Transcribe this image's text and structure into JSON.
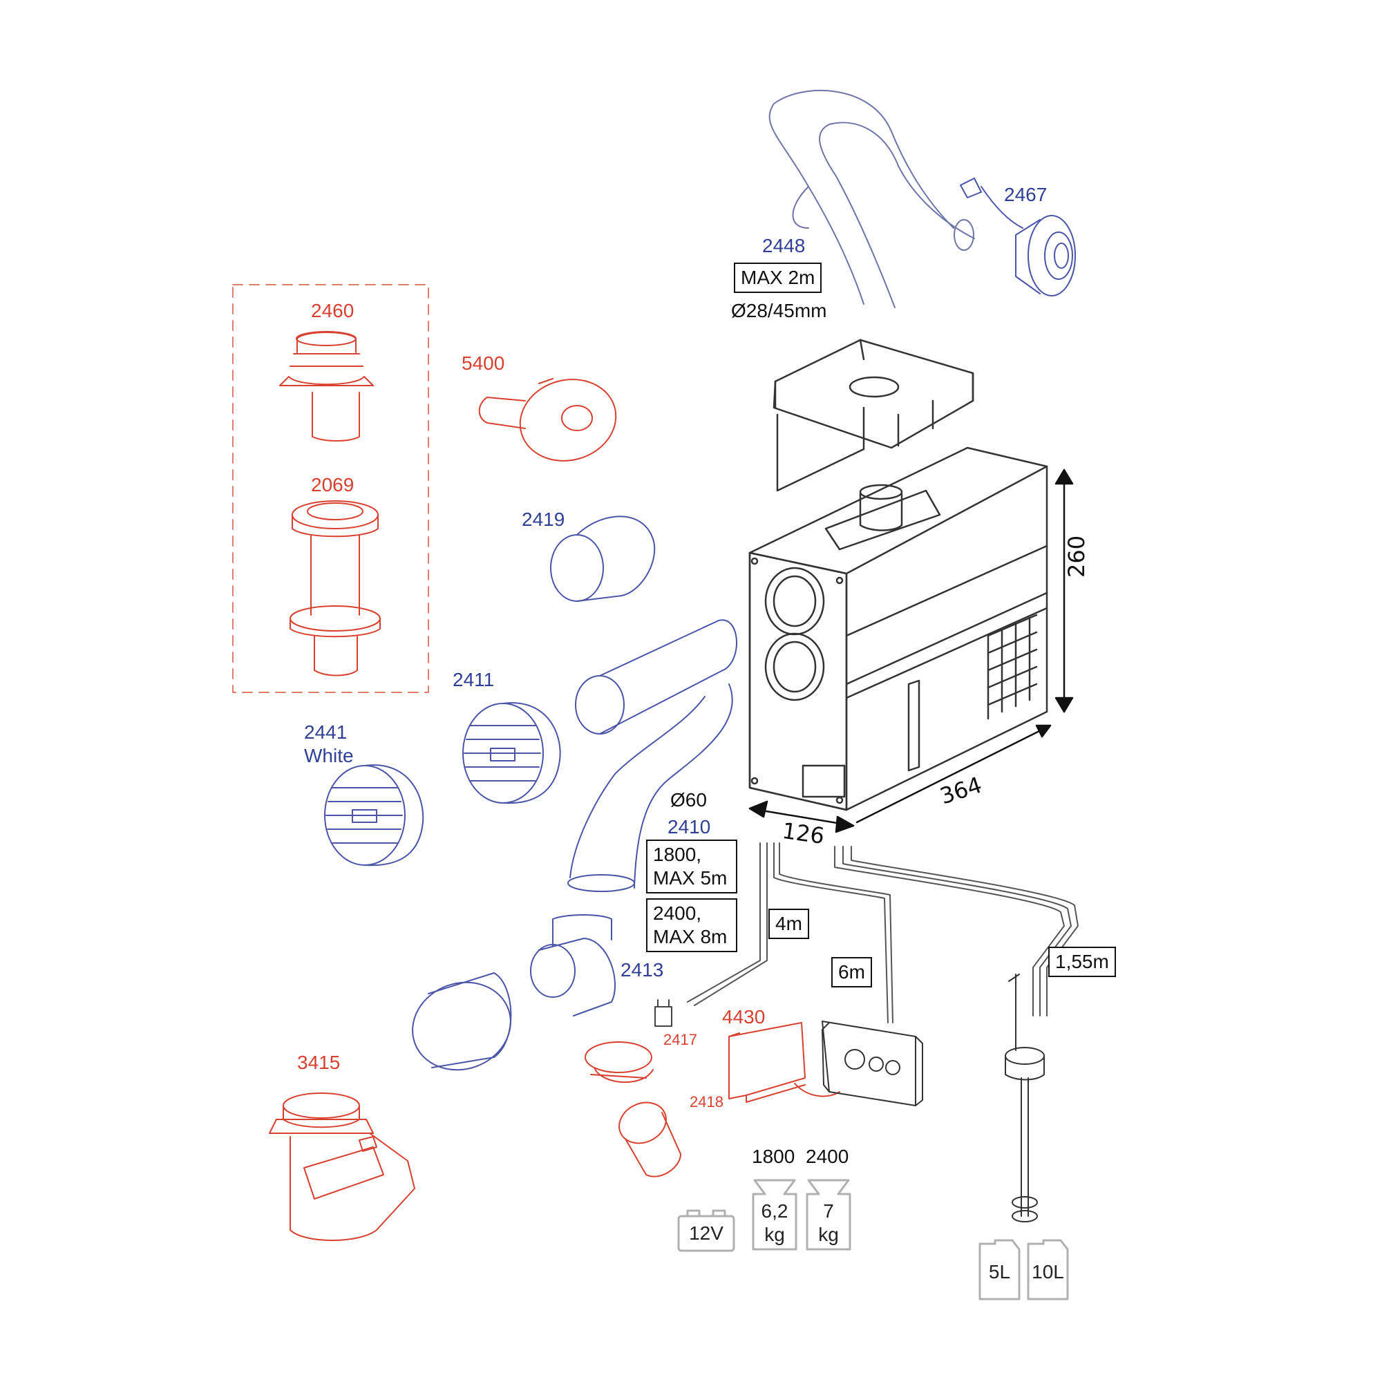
{
  "parts": {
    "p2448": "2448",
    "p2467": "2467",
    "p2460": "2460",
    "p5400": "5400",
    "p2069": "2069",
    "p2419": "2419",
    "p2411": "2411",
    "p2441": "2441",
    "p2441_color": "White",
    "p2410": "2410",
    "p2413": "2413",
    "p3415": "3415",
    "p2417": "2417",
    "p4430": "4430",
    "p2418": "2418"
  },
  "boxes": {
    "exhaust_max": "MAX 2m",
    "exhaust_diameter": "Ø28/45mm",
    "duct_diameter": "Ø60",
    "duct_1800_a": "1800,",
    "duct_1800_b": "MAX 5m",
    "duct_2400_a": "2400,",
    "duct_2400_b": "MAX 8m",
    "cable_4m": "4m",
    "cable_6m": "6m",
    "fuel_line": "1,55m"
  },
  "dimensions": {
    "height": "260",
    "depth": "364",
    "width": "126"
  },
  "specs": {
    "model_1800": "1800",
    "model_2400": "2400",
    "weight_1800_a": "6,2",
    "weight_1800_b": "kg",
    "weight_2400_a": "7",
    "weight_2400_b": "kg",
    "voltage": "12V",
    "tank_small": "5L",
    "tank_large": "10L"
  },
  "colors": {
    "accessory_red": "#d9402f",
    "accessory_blue": "#2f3f96",
    "unit_gray": "#333333"
  }
}
